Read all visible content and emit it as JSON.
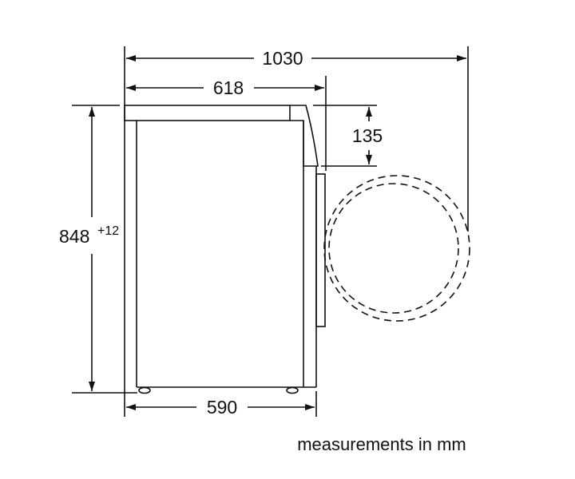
{
  "diagram": {
    "dimensions": {
      "overall_depth_door_open": "1030",
      "depth_with_top": "618",
      "top_to_door": "135",
      "height": "848",
      "height_tolerance": "+12",
      "body_depth": "590"
    },
    "units_note": "measurements in mm",
    "line_color": "#111111"
  }
}
